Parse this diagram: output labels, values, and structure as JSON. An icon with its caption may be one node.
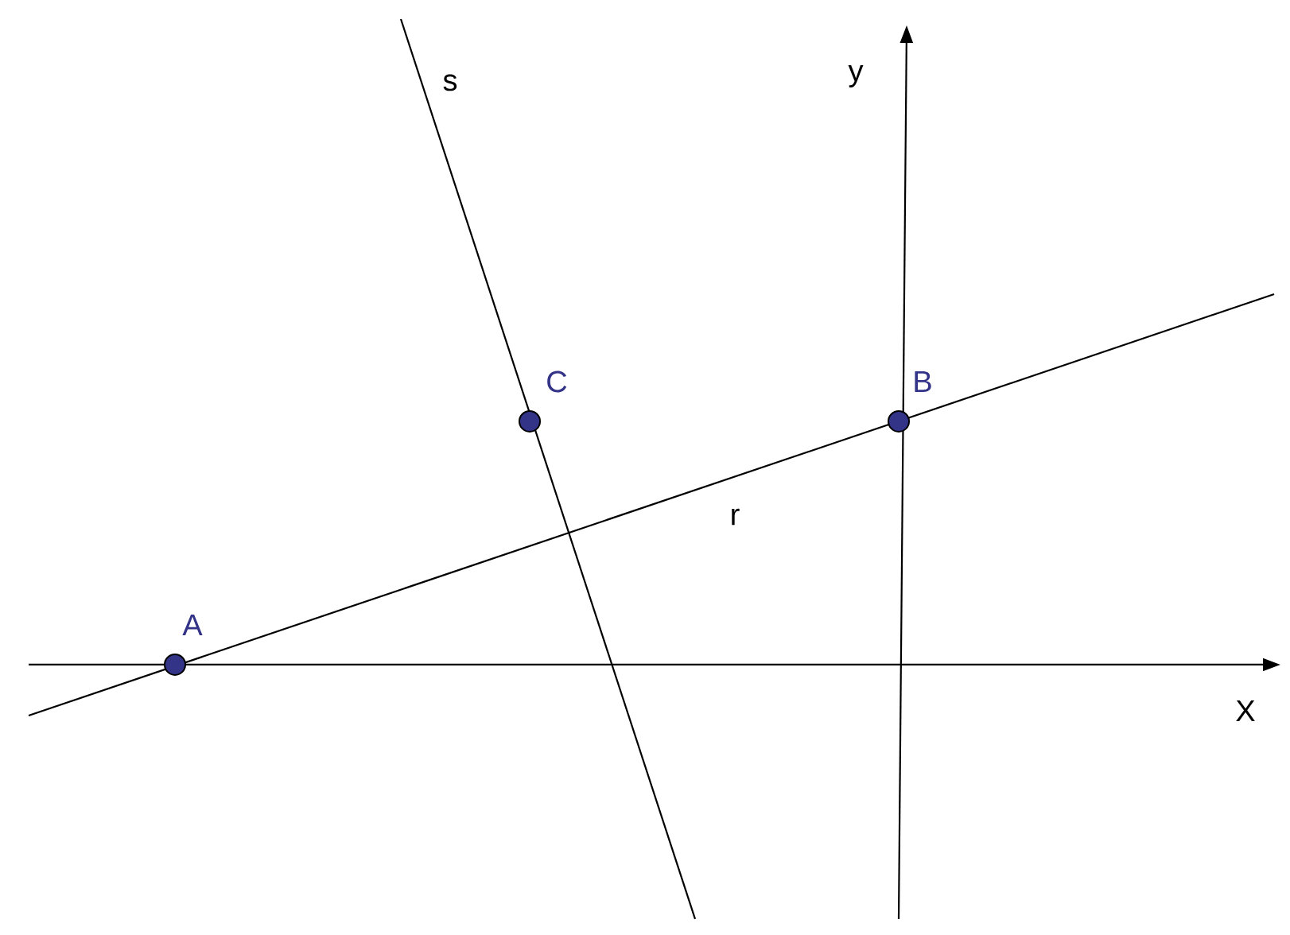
{
  "diagram": {
    "nodes": [
      {
        "text": [],
        "shape": "circle",
        "beside": [
          "C"
        ]
      },
      {
        "text": [],
        "shape": "circle",
        "beside": [
          "B"
        ]
      },
      {
        "text": [],
        "shape": "circle",
        "beside": [
          "A"
        ]
      }
    ],
    "labels": [
      "s",
      "y",
      "r",
      "X"
    ]
  }
}
